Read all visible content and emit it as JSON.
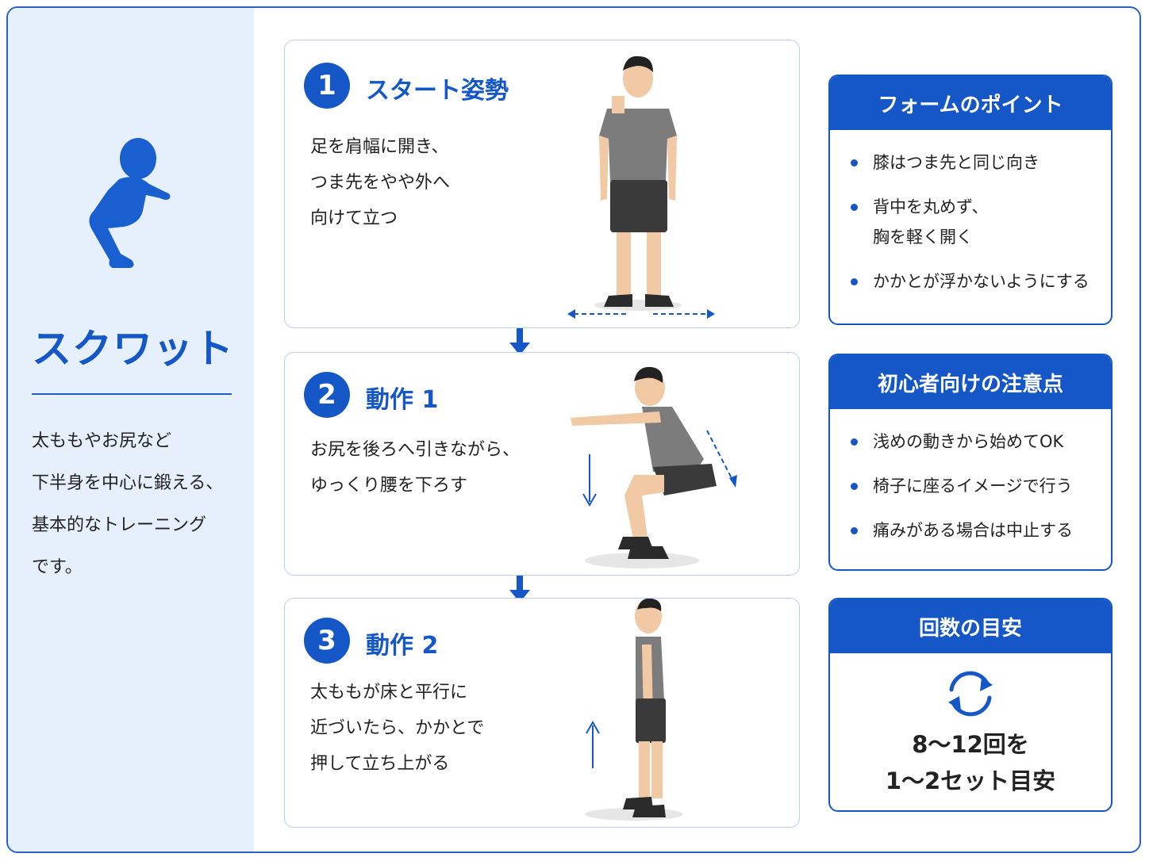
{
  "sidebar": {
    "title": "スクワット",
    "description": [
      "太ももやお尻など",
      "下半身を中心に鍛える、",
      "基本的なトレーニング",
      "です。"
    ]
  },
  "steps": [
    {
      "number": "1",
      "title": "スタート姿勢",
      "lines": [
        "足を肩幅に開き、",
        "つま先をやや外へ",
        "向けて立つ"
      ]
    },
    {
      "number": "2",
      "title": "動作 1",
      "lines": [
        "お尻を後ろへ引きながら、",
        "ゆっくり腰を下ろす"
      ]
    },
    {
      "number": "3",
      "title": "動作 2",
      "lines": [
        "太ももが床と平行に",
        "近づいたら、かかとで",
        "押して立ち上がる"
      ]
    }
  ],
  "panels": {
    "form_points": {
      "title": "フォームのポイント",
      "items": [
        [
          "膝はつま先と同じ向き"
        ],
        [
          "背中を丸めず、",
          "胸を軽く開く"
        ],
        [
          "かかとが浮かないようにする"
        ]
      ]
    },
    "beginner_tips": {
      "title": "初心者向けの注意点",
      "items": [
        [
          "浅めの動きから始めてOK"
        ],
        [
          "椅子に座るイメージで行う"
        ],
        [
          "痛みがある場合は中止する"
        ]
      ]
    },
    "reps": {
      "title": "回数の目安",
      "lines": [
        "8〜12回を",
        "1〜2セット目安"
      ]
    }
  },
  "icons": [
    "squat-silhouette-icon",
    "down-arrow-icon",
    "repeat-cycle-icon"
  ],
  "colors": {
    "accent": "#1557c7",
    "sidebar_bg": "#e6f0fc",
    "card_border": "#b9d0f0"
  }
}
